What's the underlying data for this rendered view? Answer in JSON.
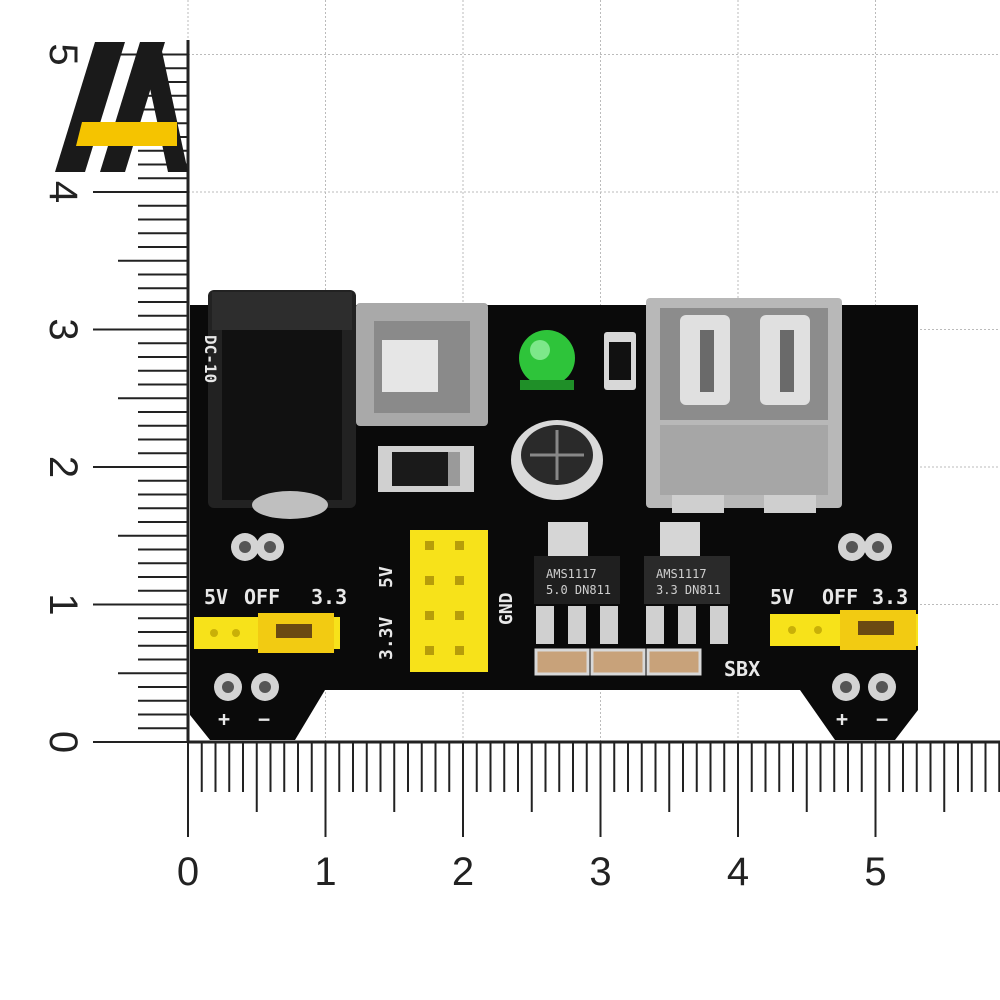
{
  "ruler": {
    "x_ticks": [
      "0",
      "1",
      "2",
      "3",
      "4",
      "5"
    ],
    "y_ticks": [
      "0",
      "1",
      "2",
      "3",
      "4",
      "5"
    ]
  },
  "board": {
    "dc_jack_label": "DC-10",
    "left_jumper": {
      "label_5v": "5V",
      "label_off": "OFF",
      "label_33": "3.3"
    },
    "right_jumper": {
      "label_5v": "5V",
      "label_off": "OFF",
      "label_33": "3.3"
    },
    "header_label_5v": "5V",
    "header_label_33v": "3.3V",
    "header_label_gnd": "GND",
    "reg1_text_line1": "AMS1117",
    "reg1_text_line2": "5.0  DN811",
    "reg2_text_line1": "AMS1117",
    "reg2_text_line2": "3.3  DN811",
    "brand_label": "SBX",
    "left_polarity": {
      "plus": "+",
      "minus": "−"
    },
    "right_polarity": {
      "plus": "+",
      "minus": "−"
    }
  },
  "logo": {
    "text": "A"
  },
  "colors": {
    "pcb": "#0a0a0a",
    "header_yellow": "#f7e21a",
    "led_green": "#2ec43a",
    "logo_yellow": "#f5c400",
    "logo_dark": "#1a1a1a"
  }
}
